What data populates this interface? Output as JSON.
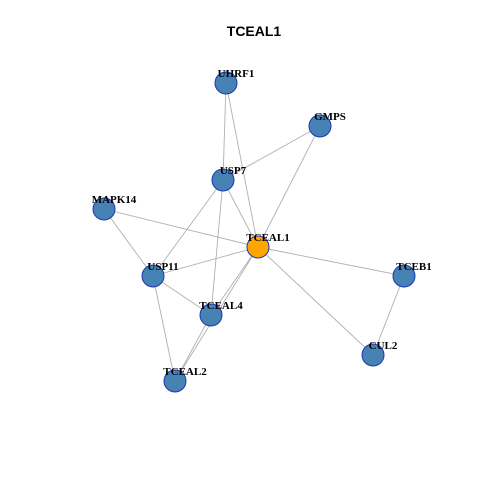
{
  "title": "TCEAL1",
  "colors": {
    "hub_fill": "#ffa500",
    "node_fill": "#4682b4",
    "node_stroke": "#1f35b0",
    "edge": "#b0b0b0"
  },
  "nodes": [
    {
      "id": "UHRF1",
      "label": "UHRF1",
      "hub": false
    },
    {
      "id": "GMPS",
      "label": "GMPS",
      "hub": false
    },
    {
      "id": "USP7",
      "label": "USP7",
      "hub": false
    },
    {
      "id": "MAPK14",
      "label": "MAPK14",
      "hub": false
    },
    {
      "id": "TCEAL1",
      "label": "TCEAL1",
      "hub": true
    },
    {
      "id": "USP11",
      "label": "USP11",
      "hub": false
    },
    {
      "id": "TCEB1",
      "label": "TCEB1",
      "hub": false
    },
    {
      "id": "TCEAL4",
      "label": "TCEAL4",
      "hub": false
    },
    {
      "id": "CUL2",
      "label": "CUL2",
      "hub": false
    },
    {
      "id": "TCEAL2",
      "label": "TCEAL2",
      "hub": false
    }
  ],
  "edges": [
    [
      "UHRF1",
      "USP7"
    ],
    [
      "UHRF1",
      "TCEAL1"
    ],
    [
      "GMPS",
      "USP7"
    ],
    [
      "GMPS",
      "TCEAL1"
    ],
    [
      "USP7",
      "TCEAL1"
    ],
    [
      "USP7",
      "USP11"
    ],
    [
      "USP7",
      "TCEAL4"
    ],
    [
      "MAPK14",
      "TCEAL1"
    ],
    [
      "MAPK14",
      "USP11"
    ],
    [
      "TCEAL1",
      "USP11"
    ],
    [
      "TCEAL1",
      "TCEAL4"
    ],
    [
      "TCEAL1",
      "TCEAL2"
    ],
    [
      "TCEAL1",
      "TCEB1"
    ],
    [
      "TCEAL1",
      "CUL2"
    ],
    [
      "USP11",
      "TCEAL4"
    ],
    [
      "USP11",
      "TCEAL2"
    ],
    [
      "TCEAL4",
      "TCEAL2"
    ],
    [
      "TCEB1",
      "CUL2"
    ]
  ]
}
